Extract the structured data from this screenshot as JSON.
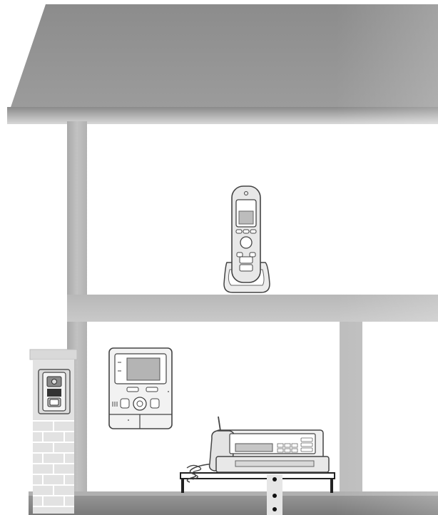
{
  "scene": {
    "description_elements": [
      "house",
      "roof",
      "upper-floor-room",
      "lower-floor-left-room",
      "lower-floor-right-room",
      "cordless-handset",
      "handset-charger",
      "video-intercom-monitor",
      "door-station",
      "brick-gate-pillar",
      "fax-machine",
      "table",
      "wall-outlet"
    ]
  },
  "colors": {
    "roof_top": "#7a7a7a",
    "roof_bottom": "#b9b9b9",
    "wall": "#bdbdbd",
    "wall_dark": "#8e8e8e",
    "room_bg": "#ffffff",
    "device_line": "#444444",
    "device_fill": "#e6e6e6",
    "screen_fill": "#bfbfbf",
    "brick_fill": "#e2e2e2",
    "brick_line": "#ffffff"
  }
}
